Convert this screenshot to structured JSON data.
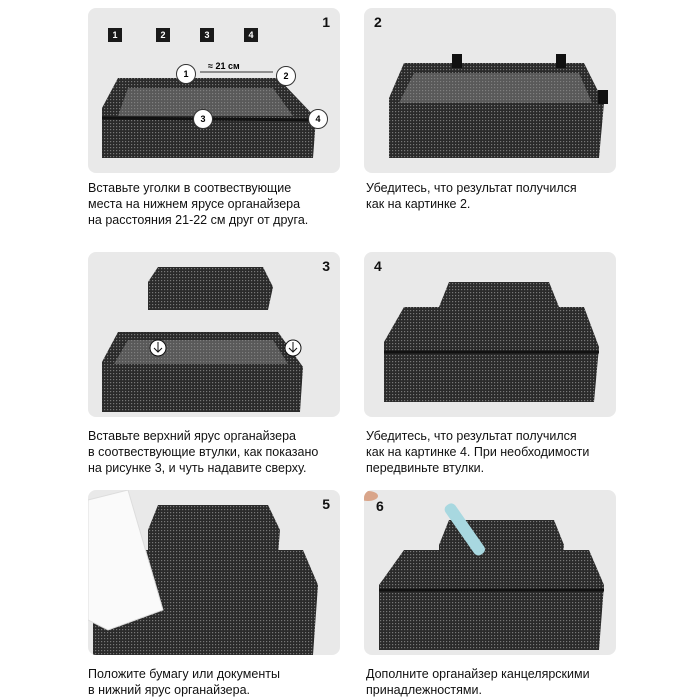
{
  "steps": [
    {
      "number": "1",
      "lines": [
        "Вставьте уголки в соотвествующие",
        "места на нижнем ярусе органайзера",
        "на расстояния 21-22 см друг от друга."
      ],
      "corner_labels": [
        "1",
        "2",
        "3",
        "4"
      ],
      "distance_label": "≈ 21 см",
      "markers": [
        "1",
        "2",
        "3",
        "4"
      ]
    },
    {
      "number": "2",
      "lines": [
        "Убедитесь, что результат получился",
        "как на картинке 2."
      ]
    },
    {
      "number": "3",
      "lines": [
        "Вставьте верхний ярус органайзера",
        "в соотвествующие втулки, как показано",
        "на рисунке 3, и чуть надавите сверху."
      ]
    },
    {
      "number": "4",
      "lines": [
        "Убедитесь, что результат получился",
        "как на картинке 4. При необходимости",
        "передвиньте втулки."
      ]
    },
    {
      "number": "5",
      "lines": [
        "Положите бумагу или  документы",
        "в нижний ярус органайзера."
      ]
    },
    {
      "number": "6",
      "lines": [
        "Дополните органайзер канцелярскими",
        "принадлежностями."
      ]
    }
  ],
  "colors": {
    "panel": "#e9e9e9",
    "basket": "#1a1a1a"
  }
}
